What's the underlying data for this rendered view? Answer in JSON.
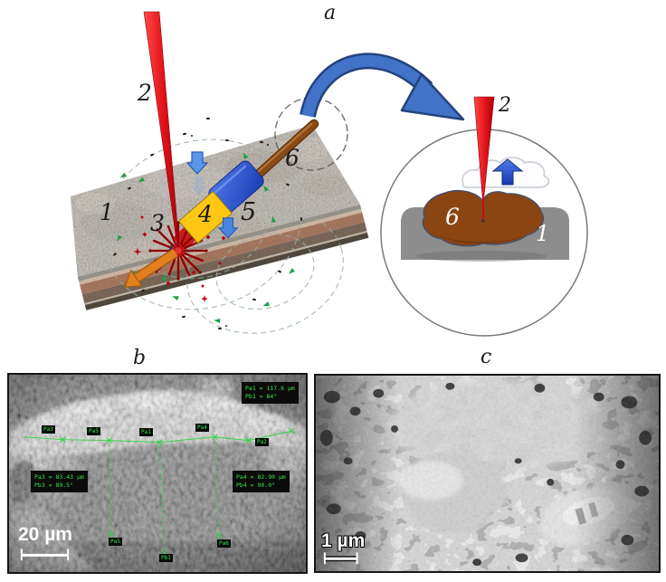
{
  "figure": {
    "panel_labels": {
      "a": "a",
      "b": "b",
      "c": "c"
    }
  },
  "diagram_a": {
    "part_labels": {
      "substrate": "1",
      "laser_beam": "2",
      "plasma_plume": "3",
      "yellow_module": "4",
      "blue_module": "5",
      "deposit_rod": "6"
    },
    "inset_labels": {
      "laser_beam": "2",
      "deposit": "6",
      "substrate": "1"
    },
    "colors": {
      "laser_red": "#e31219",
      "module_yellow": "#ffc713",
      "module_blue": "#2750c8",
      "rod_brown": "#8a4a15",
      "ejecta_arrow_orange": "#e2801e",
      "zoom_arrow_blue": "#4273c8",
      "field_line_green": "#96b29e",
      "vapor_arrow_blue": "#2a52d8"
    }
  },
  "panel_b": {
    "scale_bar_label": "20 µm",
    "measurement_boxes": [
      {
        "line1": "Pa1 = 117.6 µm",
        "line2": "Pb1 = 84°"
      },
      {
        "line1": "Pa3 = 83.43 µm",
        "line2": "Pb3 = 89.5°"
      },
      {
        "line1": "Pa4 = 82.90 µm",
        "line2": "Pb4 = 90.0°"
      }
    ],
    "point_tags": [
      {
        "label": "Pa3"
      },
      {
        "label": "Pa5"
      },
      {
        "label": "Pa1"
      },
      {
        "label": "Pa4"
      },
      {
        "label": "Pa2"
      },
      {
        "label": "Pa5"
      },
      {
        "label": "Pb1"
      },
      {
        "label": "Pa6"
      }
    ]
  },
  "panel_c": {
    "scale_bar_label": "1 µm"
  }
}
